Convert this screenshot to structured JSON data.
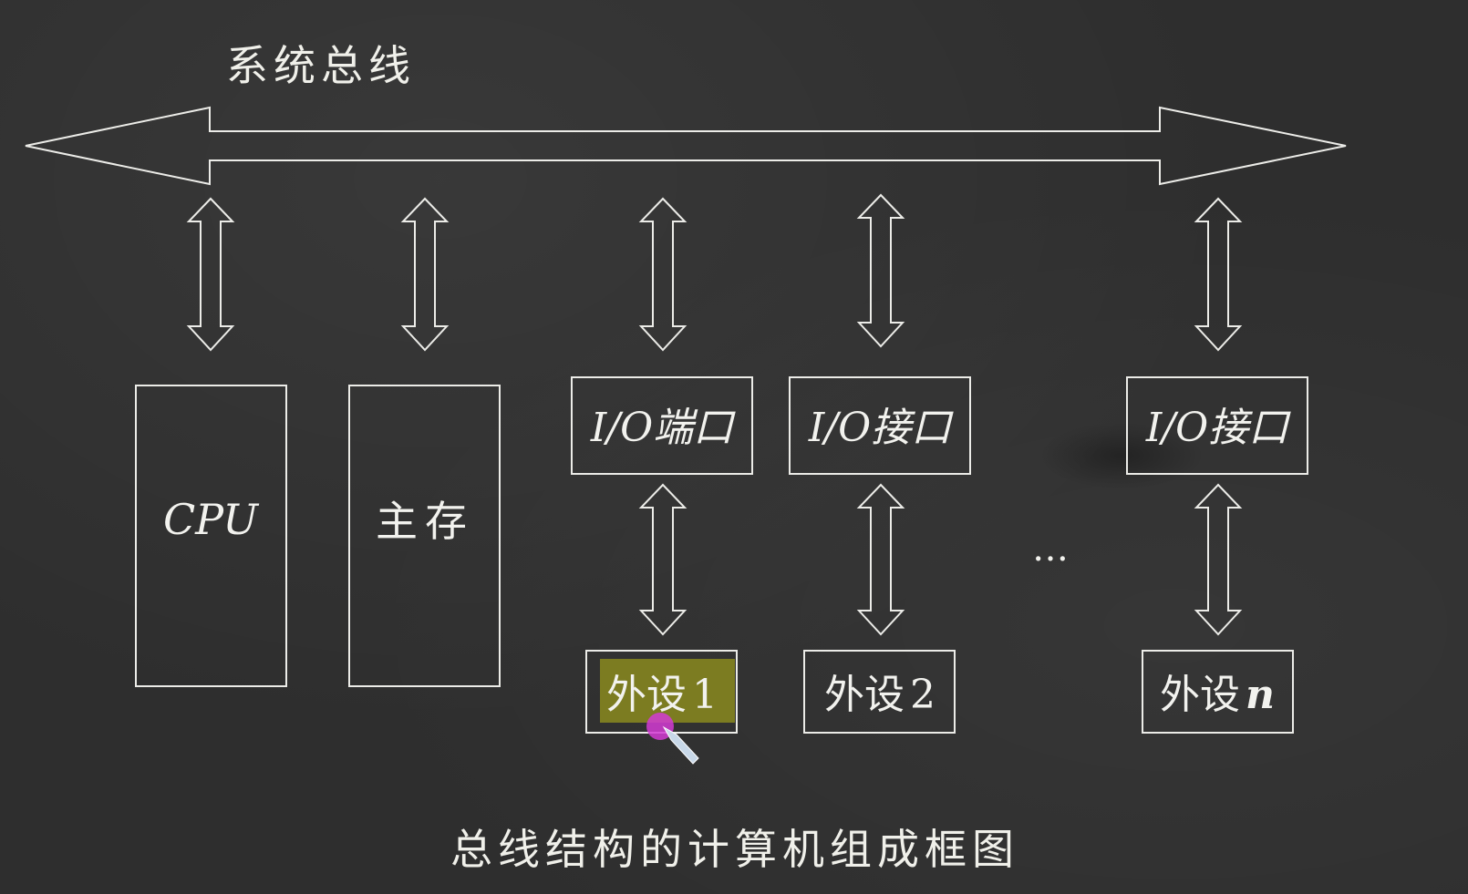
{
  "bus": {
    "label": "系统总线"
  },
  "components": {
    "cpu": "CPU",
    "memory": "主存",
    "io_port_1": "I/O端口",
    "io_interface_2": "I/O接口",
    "io_interface_n": "I/O接口",
    "peripheral_1": {
      "prefix": "外设",
      "index": "1"
    },
    "peripheral_2": {
      "prefix": "外设",
      "index": "2"
    },
    "peripheral_n": {
      "prefix": "外设",
      "index": "n"
    }
  },
  "ellipsis": "…",
  "caption": "总线结构的计算机组成框图",
  "colors": {
    "background": "#2e2e2e",
    "chalk": "#ecece8",
    "highlight": "#8a8a1e",
    "cursor": "#d43bd4"
  },
  "highlighted": "peripheral_1"
}
